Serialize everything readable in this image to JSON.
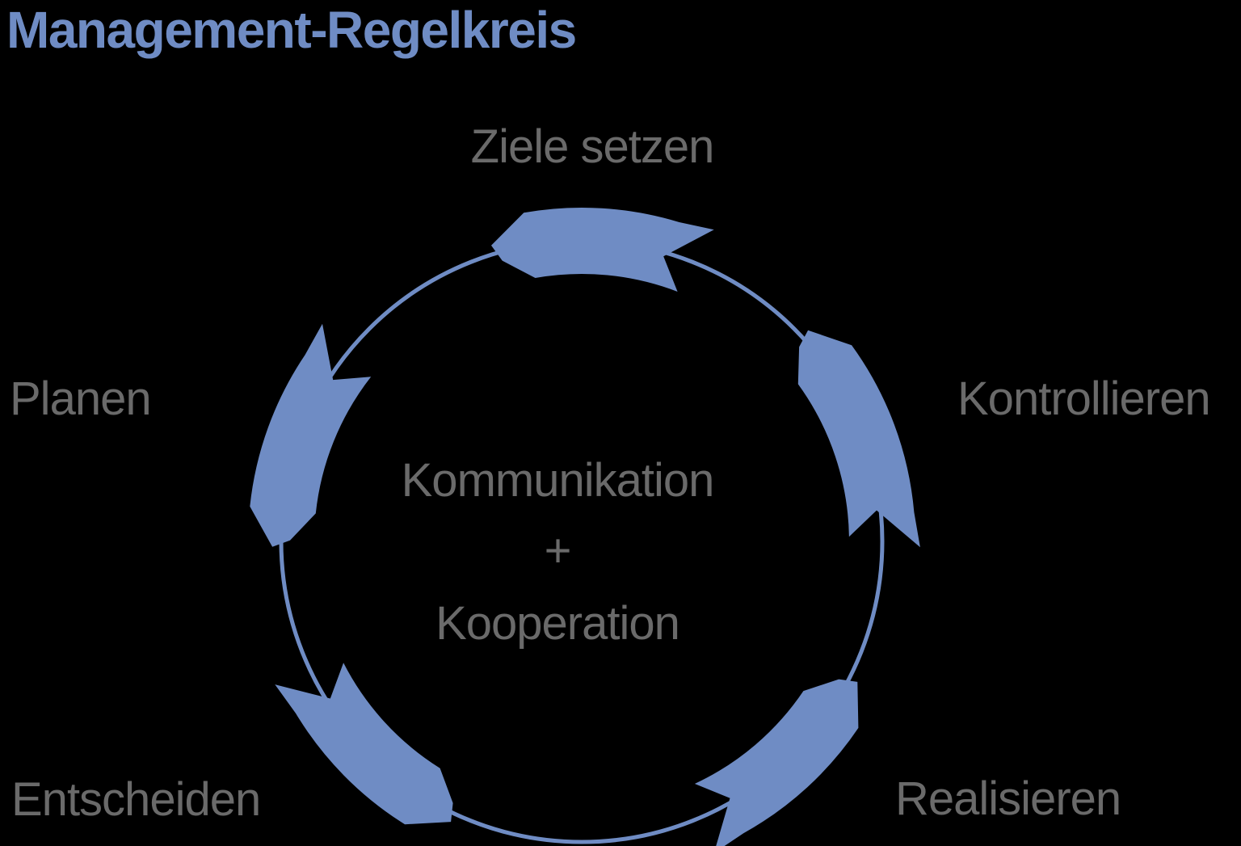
{
  "title": {
    "text": "Management-Regelkreis"
  },
  "diagram": {
    "type": "cycle",
    "colors": {
      "arrow_blue": "#6F8CC4",
      "title_blue": "#6F8CC4",
      "text_gray": "#6A6A6A",
      "background": "#000000"
    },
    "center_text": {
      "line1": "Kommunikation",
      "plus": "+",
      "line2": "Kooperation"
    },
    "cycle": {
      "direction": "counterclockwise",
      "steps": [
        {
          "id": "ziele-setzen",
          "label": "Ziele setzen",
          "position": "top",
          "arc_start_deg": 71,
          "arc_end_deg": 107
        },
        {
          "id": "planen",
          "label": "Planen",
          "position": "left",
          "arc_start_deg": 144,
          "arc_end_deg": 181
        },
        {
          "id": "entscheiden",
          "label": "Entscheiden",
          "position": "bottom-left",
          "arc_start_deg": 209,
          "arc_end_deg": 245
        },
        {
          "id": "realisieren",
          "label": "Realisieren",
          "position": "bottom-right",
          "arc_start_deg": 297,
          "arc_end_deg": 333
        },
        {
          "id": "kontrollieren",
          "label": "Kontrollieren",
          "position": "right",
          "arc_start_deg": 3,
          "arc_end_deg": 43
        }
      ]
    }
  }
}
